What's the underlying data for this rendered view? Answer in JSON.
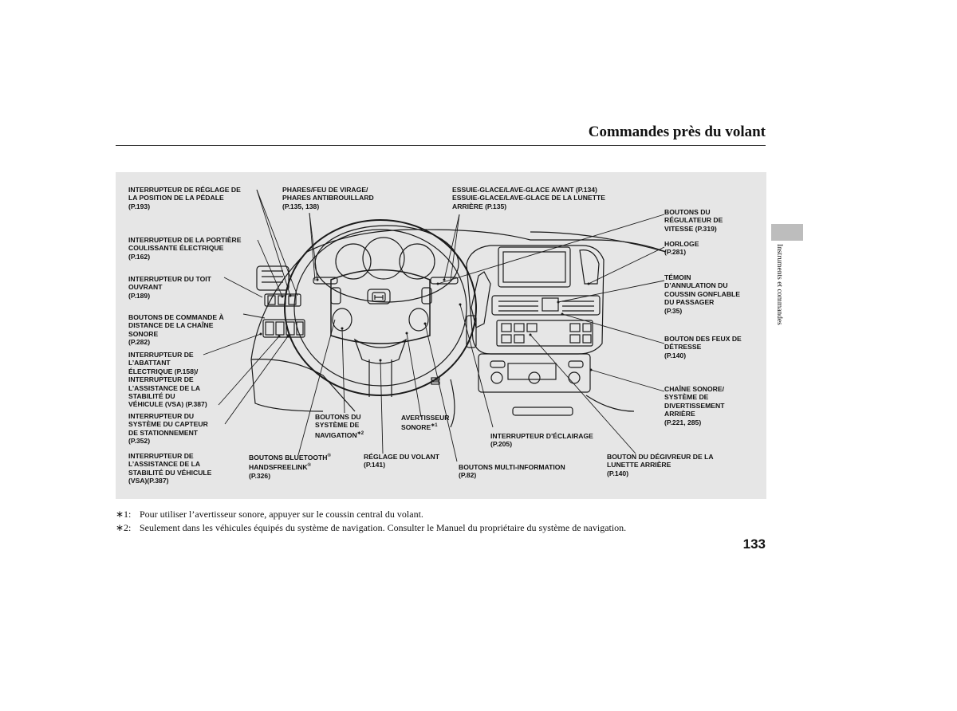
{
  "header": {
    "title": "Commandes près du volant"
  },
  "side_tab": {
    "label": "Instruments et commandes"
  },
  "diagram": {
    "colors": {
      "panel": "#e6e6e6",
      "line": "#1a1a1a"
    },
    "labels": {
      "pedal": "INTERRUPTEUR DE RÉGLAGE DE\nLA POSITION DE LA PÉDALE\n(P.193)",
      "headlights": "PHARES/FEU DE VIRAGE/\nPHARES ANTIBROUILLARD\n(P.135, 138)",
      "wipers": "ESSUIE-GLACE/LAVE-GLACE AVANT (P.134)\nESSUIE-GLACE/LAVE-GLACE DE LA LUNETTE\nARRIÈRE (P.135)",
      "cruise": "BOUTONS DU\nRÉGULATEUR DE\nVITESSE (P.319)",
      "sliding_door": "INTERRUPTEUR DE LA PORTIÈRE\nCOULISSANTE ÉLECTRIQUE\n(P.162)",
      "clock": "HORLOGE\n(P.281)",
      "moonroof": "INTERRUPTEUR DU TOIT\nOUVRANT\n(P.189)",
      "airbag": "TÉMOIN\nD’ANNULATION DU\nCOUSSIN GONFLABLE\nDU PASSAGER\n(P.35)",
      "remote_audio": "BOUTONS DE COMMANDE À\nDISTANCE DE LA CHAÎNE\nSONORE\n(P.282)",
      "hazard": "BOUTON DES FEUX DE\nDÉTRESSE\n(P.140)",
      "seat_vsa": "INTERRUPTEUR DE\nL’ABATTANT\nÉLECTRIQUE (P.158)/\nINTERRUPTEUR DE\nL’ASSISTANCE DE LA\nSTABILITÉ DU\nVÉHICULE (VSA) (P.387)",
      "audio": "CHAÎNE SONORE/\nSYSTÈME DE\nDIVERTISSEMENT\nARRIÈRE\n(P.221, 285)",
      "parking": "INTERRUPTEUR DU\nSYSTÈME DU CAPTEUR\nDE STATIONNEMENT\n(P.352)",
      "nav_line1": "BOUTONS DU",
      "nav_line2": "SYSTÈME DE",
      "nav_line3": "NAVIGATION",
      "nav_mark": "∗2",
      "horn_line1": "AVERTISSEUR",
      "horn_line2": "SONORE",
      "horn_mark": "∗1",
      "lighting": "INTERRUPTEUR D’ÉCLAIRAGE\n(P.205)",
      "vsa": "INTERRUPTEUR DE\nL’ASSISTANCE DE LA\nSTABILITÉ DU VÉHICULE\n(VSA)(P.387)",
      "bt_line1": "BOUTONS BLUETOOTH",
      "bt_line2": "HANDSFREELINK",
      "bt_line3": "(P.326)",
      "registered": "®",
      "steering": "RÉGLAGE DU VOLANT\n(P.141)",
      "multi_info": "BOUTONS MULTI-INFORMATION\n(P.82)",
      "defroster": "BOUTON DU DÉGIVREUR DE LA\nLUNETTE ARRIÈRE\n(P.140)"
    }
  },
  "footnotes": [
    {
      "mark": "∗1:",
      "text": "Pour utiliser l’avertisseur sonore, appuyer sur le coussin central du volant."
    },
    {
      "mark": "∗2:",
      "text": "Seulement dans les véhicules équipés du système de navigation. Consulter le Manuel du propriétaire du système de navigation."
    }
  ],
  "page_number": "133"
}
